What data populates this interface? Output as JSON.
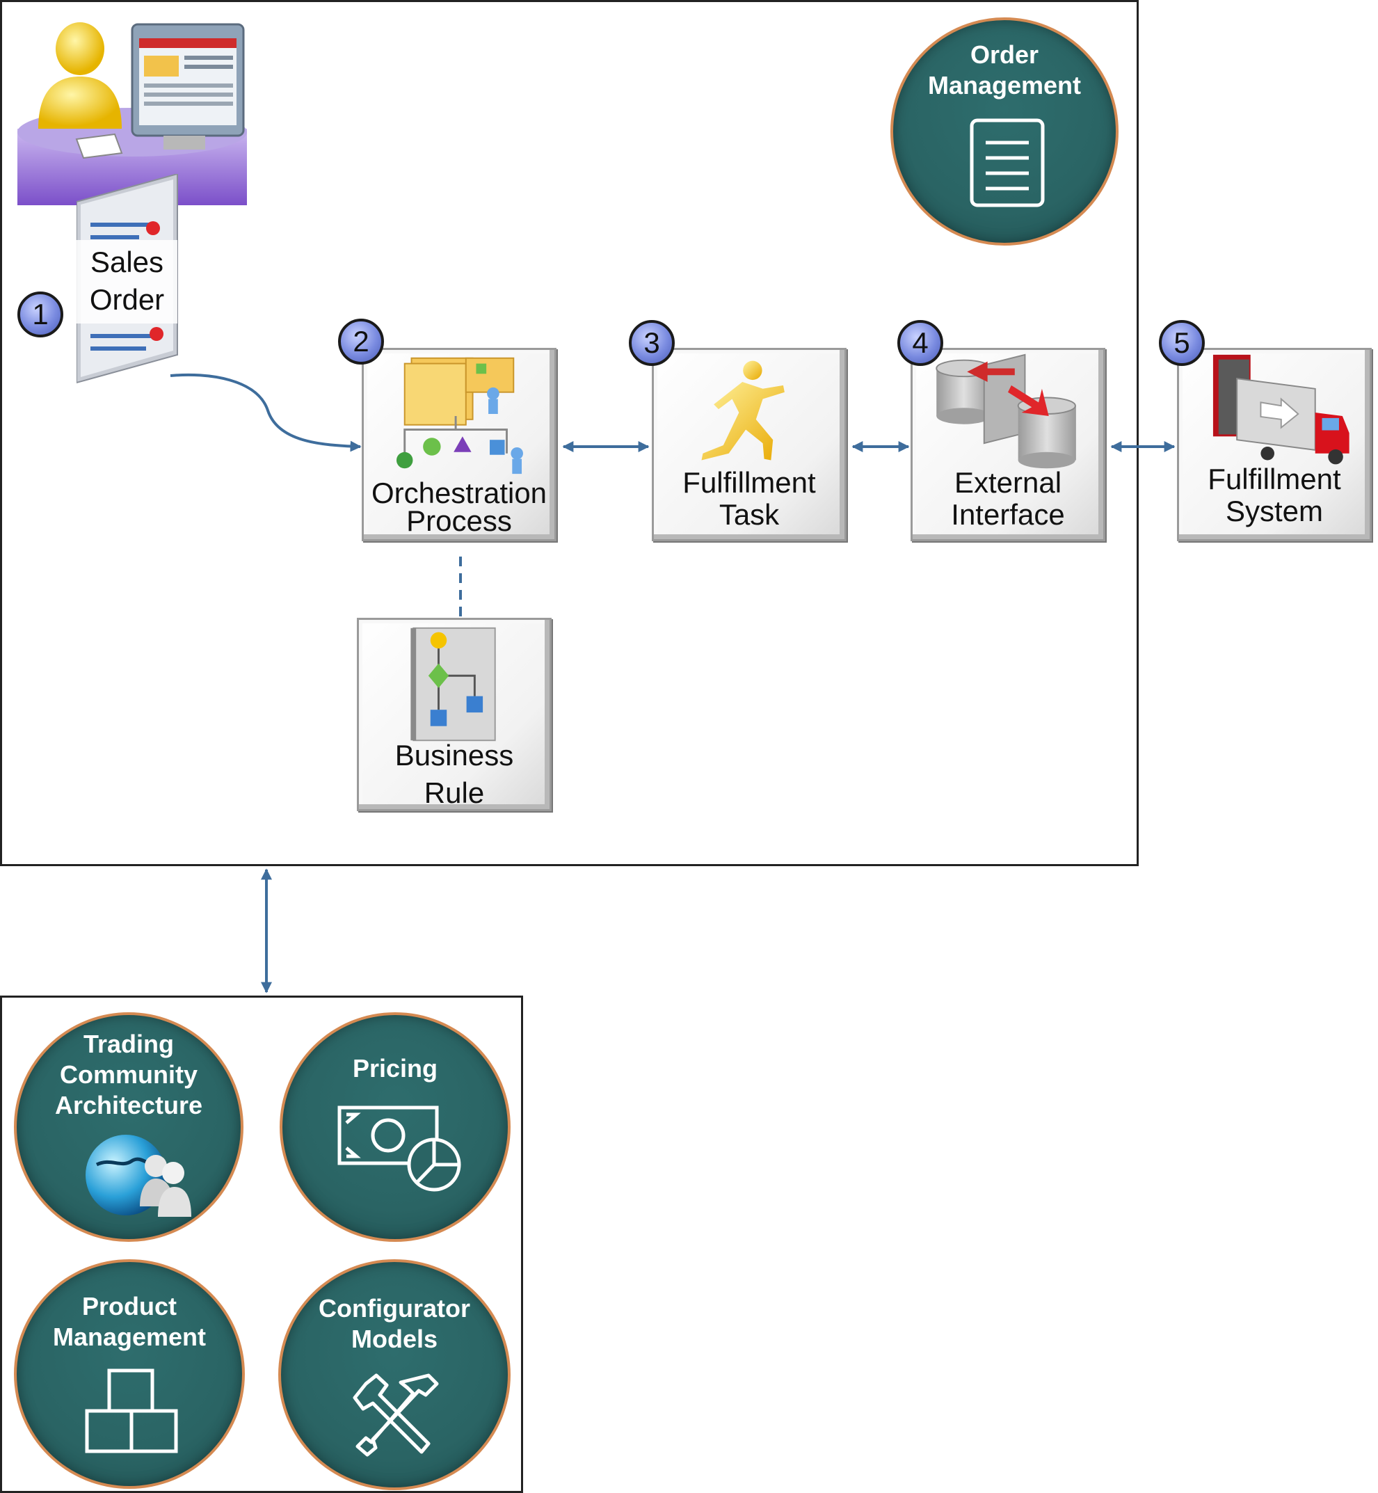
{
  "diagram": {
    "order_management": {
      "title_line1": "Order",
      "title_line2": "Management",
      "icon": "document-icon"
    },
    "sales_order": {
      "line1": "Sales",
      "line2": "Order",
      "step": "1"
    },
    "steps": [
      {
        "number": "2",
        "line1": "Orchestration",
        "line2": "Process",
        "icon": "orchestration-icon"
      },
      {
        "number": "3",
        "line1": "Fulfillment",
        "line2": "Task",
        "icon": "running-person-icon"
      },
      {
        "number": "4",
        "line1": "External",
        "line2": "Interface",
        "icon": "database-transfer-icon"
      },
      {
        "number": "5",
        "line1": "Fulfillment",
        "line2": "System",
        "icon": "truck-icon"
      }
    ],
    "business_rule": {
      "line1": "Business",
      "line2": "Rule",
      "icon": "flowchart-icon"
    },
    "modules": [
      {
        "lines": [
          "Trading",
          "Community",
          "Architecture"
        ],
        "icon": "globe-people-icon"
      },
      {
        "lines": [
          "Pricing"
        ],
        "icon": "money-chart-icon"
      },
      {
        "lines": [
          "Product",
          "Management"
        ],
        "icon": "boxes-icon"
      },
      {
        "lines": [
          "Configurator",
          "Models"
        ],
        "icon": "tools-icon"
      }
    ],
    "colors": {
      "module_fill": "#2a6464",
      "module_border": "#d58a52",
      "arrow": "#3e6d9c",
      "badge": "#7a8be0"
    }
  }
}
